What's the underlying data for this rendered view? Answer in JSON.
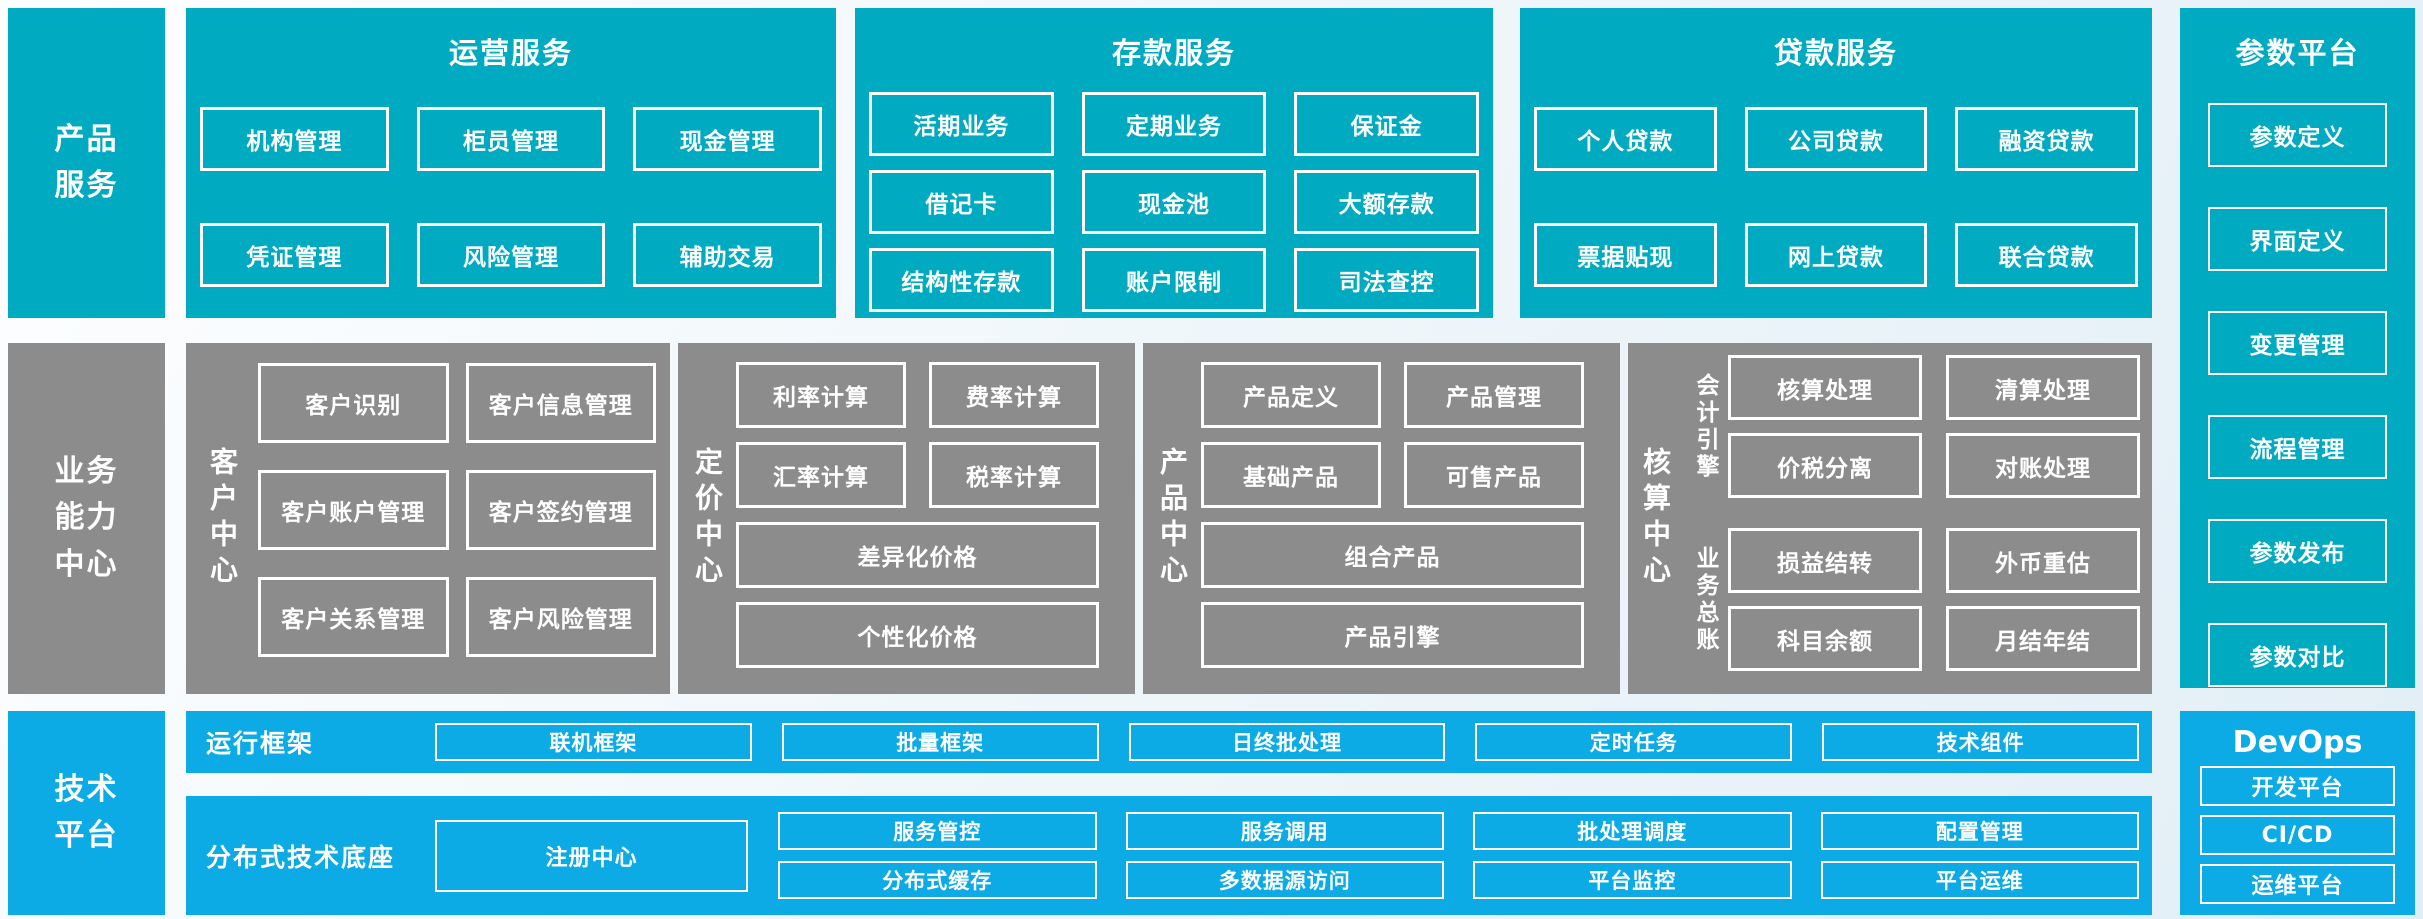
{
  "palette": {
    "teal": "#00abc2",
    "gray": "#8c8c8c",
    "blue": "#0cabe6",
    "box_border": "#ffffff",
    "text": "#ffffff"
  },
  "sidebars": {
    "product_services": {
      "lines": [
        "产品",
        "服务"
      ]
    },
    "business_capability": {
      "lines": [
        "业务",
        "能力",
        "中心"
      ]
    },
    "tech_platform": {
      "lines": [
        "技术",
        "平台"
      ]
    }
  },
  "product_row": {
    "operations": {
      "title": "运营服务",
      "items": [
        "机构管理",
        "柜员管理",
        "现金管理",
        "凭证管理",
        "风险管理",
        "辅助交易"
      ]
    },
    "deposit": {
      "title": "存款服务",
      "items": [
        "活期业务",
        "定期业务",
        "保证金",
        "借记卡",
        "现金池",
        "大额存款",
        "结构性存款",
        "账户限制",
        "司法查控"
      ]
    },
    "loan": {
      "title": "贷款服务",
      "items": [
        "个人贷款",
        "公司贷款",
        "融资贷款",
        "票据贴现",
        "网上贷款",
        "联合贷款"
      ]
    }
  },
  "parameter_platform": {
    "title": "参数平台",
    "items": [
      "参数定义",
      "界面定义",
      "变更管理",
      "流程管理",
      "参数发布",
      "参数对比"
    ]
  },
  "capability_row": {
    "customer_center": {
      "label": "客户中心",
      "items": [
        "客户识别",
        "客户信息管理",
        "客户账户管理",
        "客户签约管理",
        "客户关系管理",
        "客户风险管理"
      ]
    },
    "pricing_center": {
      "label": "定价中心",
      "items": [
        {
          "label": "利率计算"
        },
        {
          "label": "费率计算"
        },
        {
          "label": "汇率计算"
        },
        {
          "label": "税率计算"
        },
        {
          "label": "差异化价格",
          "wide": true
        },
        {
          "label": "个性化价格",
          "wide": true
        }
      ]
    },
    "product_center": {
      "label": "产品中心",
      "items": [
        {
          "label": "产品定义"
        },
        {
          "label": "产品管理"
        },
        {
          "label": "基础产品"
        },
        {
          "label": "可售产品"
        },
        {
          "label": "组合产品",
          "wide": true
        },
        {
          "label": "产品引擎",
          "wide": true
        }
      ]
    },
    "accounting_center": {
      "label": "核算中心",
      "groups": [
        {
          "label": "会计引擎",
          "items": [
            "核算处理",
            "清算处理",
            "价税分离",
            "对账处理"
          ]
        },
        {
          "label": "业务总账",
          "items": [
            "损益结转",
            "外币重估",
            "科目余额",
            "月结年结"
          ]
        }
      ]
    }
  },
  "tech_row": {
    "runtime_framework": {
      "label": "运行框架",
      "items": [
        "联机框架",
        "批量框架",
        "日终批处理",
        "定时任务",
        "技术组件"
      ]
    },
    "distributed_base": {
      "label": "分布式技术底座",
      "registry": "注册中心",
      "items": [
        "服务管控",
        "服务调用",
        "批处理调度",
        "配置管理",
        "分布式缓存",
        "多数据源访问",
        "平台监控",
        "平台运维"
      ]
    },
    "devops": {
      "title": "DevOps",
      "items": [
        "开发平台",
        "CI/CD",
        "运维平台"
      ]
    }
  }
}
